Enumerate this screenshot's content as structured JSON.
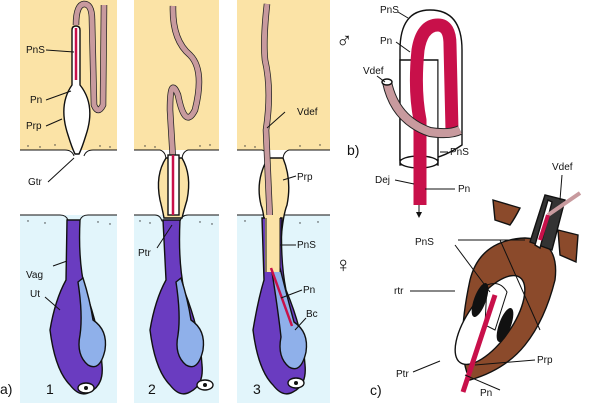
{
  "colors": {
    "male_tissue": "#fbe3a6",
    "female_tissue": "#e2f5fb",
    "vagina": "#6a3cc0",
    "bursa": "#8fb0ea",
    "vas_deferens": "#c89a9e",
    "penis": "#c8104a",
    "preputium": "#8b4a2b"
  },
  "panel_a": {
    "label": "a)",
    "stages": [
      "1",
      "2",
      "3"
    ],
    "stage1": {
      "PnS": "PnS",
      "Pn": "Pn",
      "Prp": "Prp",
      "Gtr": "Gtr",
      "Vag": "Vag",
      "Ut": "Ut"
    },
    "stage2": {
      "Ptr": "Ptr"
    },
    "stage3": {
      "Vdef": "Vdef",
      "Prp": "Prp",
      "PnS": "PnS",
      "Pn": "Pn",
      "Bc": "Bc"
    }
  },
  "panel_b": {
    "label": "b)",
    "symbol": "♂",
    "labels": {
      "PnS_top": "PnS",
      "Pn_top": "Pn",
      "Vdef": "Vdef",
      "PnS_bottom": "PnS",
      "Dej": "Dej",
      "Pn_bottom": "Pn"
    }
  },
  "panel_c": {
    "label": "c)",
    "symbol": "♀",
    "labels": {
      "Vdef": "Vdef",
      "PnS": "PnS",
      "rtr": "rtr",
      "Ptr": "Ptr",
      "Pn": "Pn",
      "Prp": "Prp"
    }
  }
}
